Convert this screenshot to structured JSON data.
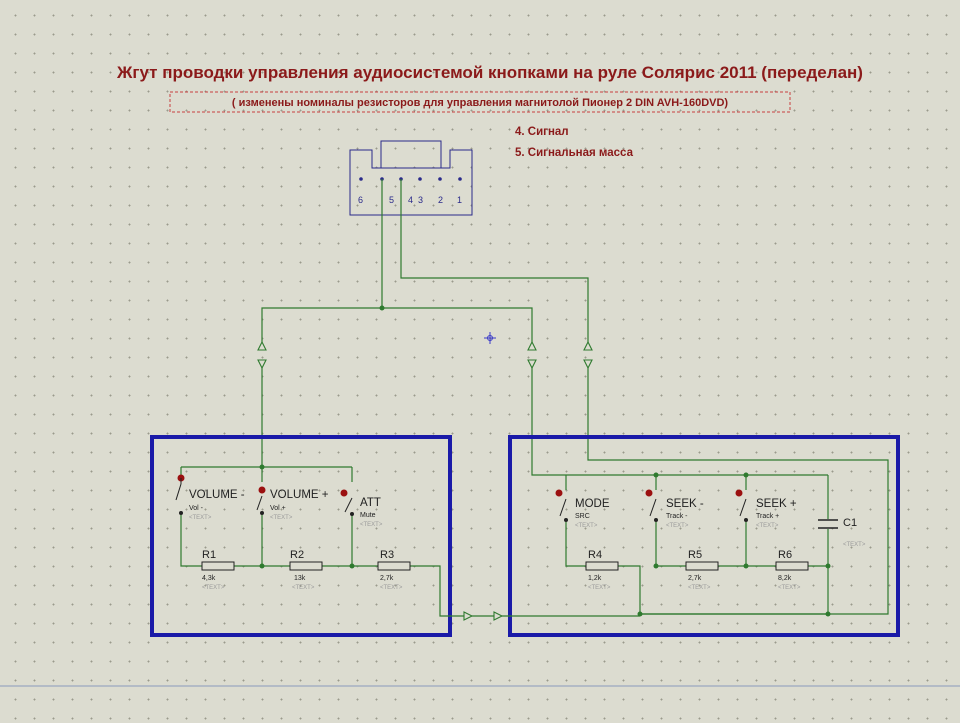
{
  "title": "Жгут проводки управления аудиосистемой кнопками на руле Солярис 2011 (переделан)",
  "subtitle": "( изменены номиналы резисторов для управления магнитолой Пионер 2 DIN AVH-160DVD)",
  "notes": [
    "4.  Сигнал",
    "5.  Сигнальная масса"
  ],
  "connector_pins": [
    "6",
    "5",
    "4",
    "3",
    "2",
    "1"
  ],
  "text_placeholder": "<TEXT>",
  "switches": [
    {
      "label": "VOLUME -",
      "sub": "Vol -"
    },
    {
      "label": "VOLUME +",
      "sub": "Vol +"
    },
    {
      "label": "ATT",
      "sub": "Mute"
    },
    {
      "label": "MODE",
      "sub": "SRC"
    },
    {
      "label": "SEEK -",
      "sub": "Track -"
    },
    {
      "label": "SEEK +",
      "sub": "Track +"
    }
  ],
  "resistors": [
    {
      "ref": "R1",
      "value": "4,3k"
    },
    {
      "ref": "R2",
      "value": "13k"
    },
    {
      "ref": "R3",
      "value": "2,7k"
    },
    {
      "ref": "R4",
      "value": "1,2k"
    },
    {
      "ref": "R5",
      "value": "2,7k"
    },
    {
      "ref": "R6",
      "value": "8,2k"
    }
  ],
  "capacitor": {
    "ref": "C1"
  }
}
